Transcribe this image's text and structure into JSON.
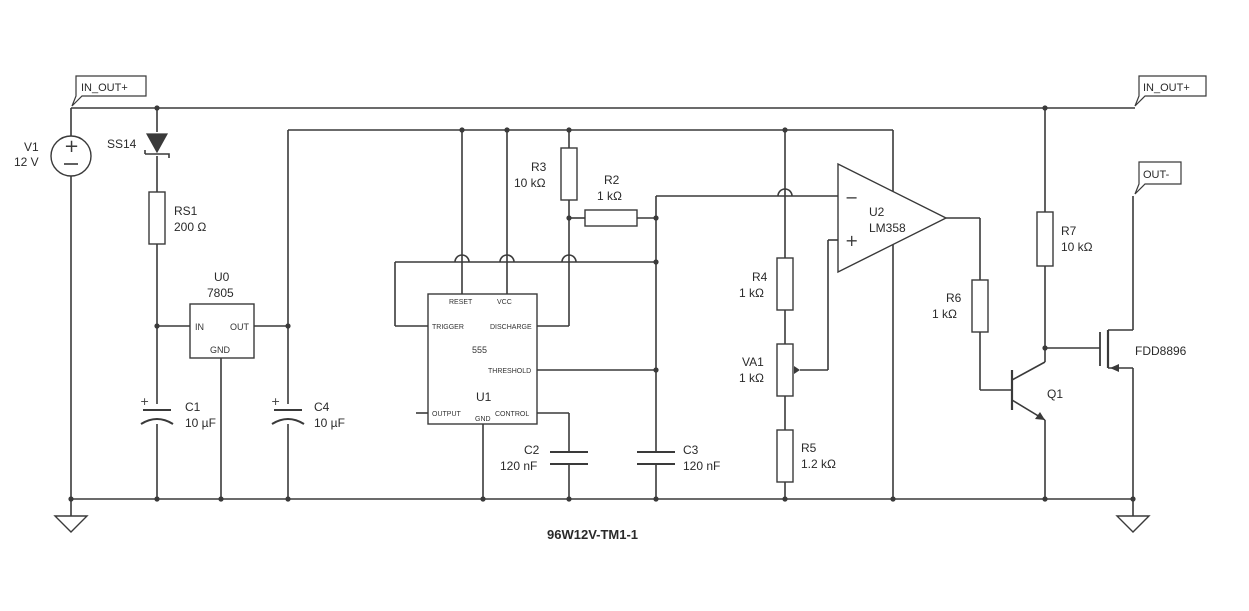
{
  "title": "96W12V-TM1-1",
  "net_labels": {
    "in_out_left": "IN_OUT+",
    "in_out_right": "IN_OUT+",
    "out_minus": "OUT-"
  },
  "v1": {
    "ref": "V1",
    "value": "12 V"
  },
  "ss14": {
    "ref": "SS14"
  },
  "rs1": {
    "ref": "RS1",
    "value": "200 Ω"
  },
  "u0": {
    "ref": "U0",
    "value": "7805",
    "pin_in": "IN",
    "pin_out": "OUT",
    "pin_gnd": "GND"
  },
  "c1": {
    "ref": "C1",
    "value": "10 µF"
  },
  "c4": {
    "ref": "C4",
    "value": "10 µF"
  },
  "u1": {
    "ref": "U1",
    "value": "555",
    "pin_reset": "RESET",
    "pin_vcc": "VCC",
    "pin_trigger": "TRIGGER",
    "pin_discharge": "DISCHARGE",
    "pin_threshold": "THRESHOLD",
    "pin_output": "OUTPUT",
    "pin_gnd": "GND",
    "pin_control": "CONTROL"
  },
  "r3": {
    "ref": "R3",
    "value": "10 kΩ"
  },
  "r2": {
    "ref": "R2",
    "value": "1 kΩ"
  },
  "c2": {
    "ref": "C2",
    "value": "120 nF"
  },
  "c3": {
    "ref": "C3",
    "value": "120 nF"
  },
  "r4": {
    "ref": "R4",
    "value": "1 kΩ"
  },
  "va1": {
    "ref": "VA1",
    "value": "1 kΩ"
  },
  "r5": {
    "ref": "R5",
    "value": "1.2 kΩ"
  },
  "u2": {
    "ref": "U2",
    "value": "LM358",
    "minus": "−",
    "plus": "+"
  },
  "r6": {
    "ref": "R6",
    "value": "1 kΩ"
  },
  "r7": {
    "ref": "R7",
    "value": "10 kΩ"
  },
  "q1": {
    "ref": "Q1"
  },
  "mosfet": {
    "ref": "FDD8896"
  },
  "colors": {
    "wire": "#3a3a3a",
    "background": "#ffffff"
  }
}
